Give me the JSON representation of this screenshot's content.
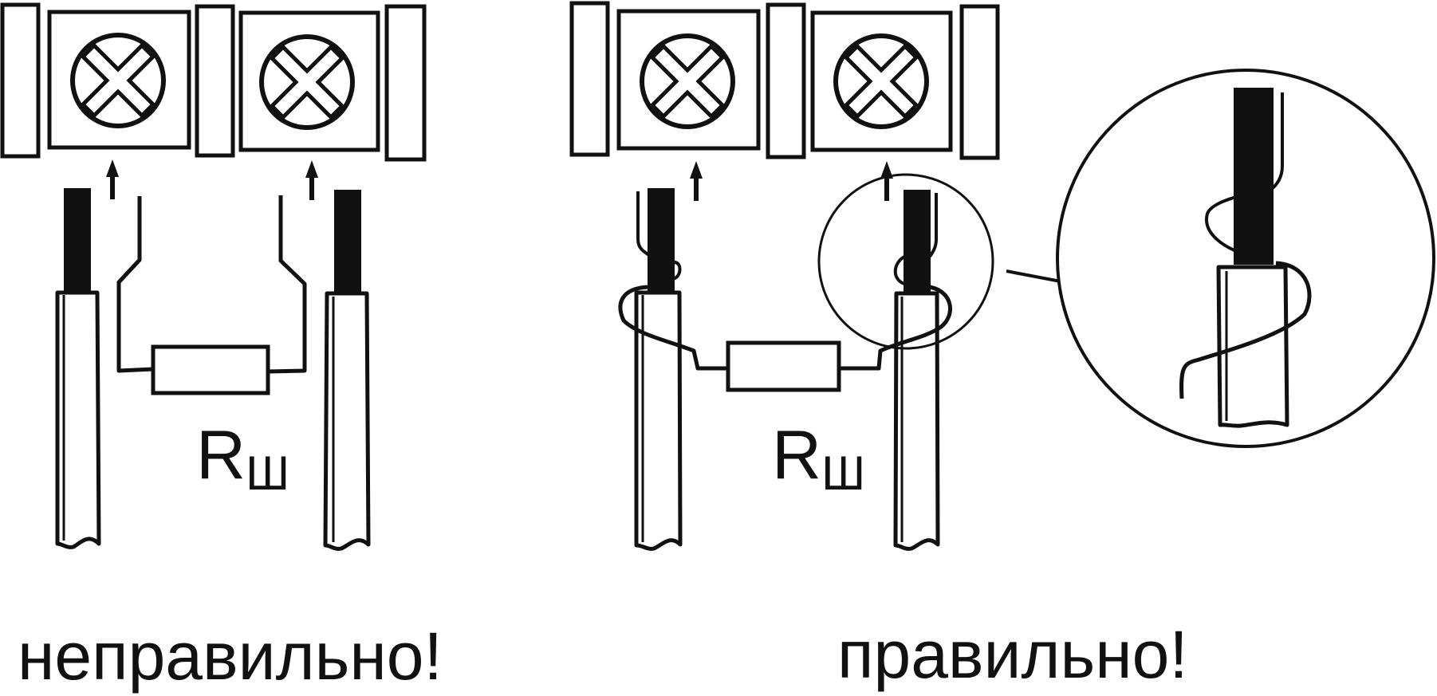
{
  "wrong": {
    "caption": "неправильно!",
    "resistor_main": "R",
    "resistor_sub": "Ш"
  },
  "right": {
    "caption": "правильно!",
    "resistor_main": "R",
    "resistor_sub": "Ш"
  },
  "colors": {
    "ink": "#111111",
    "background": "#ffffff"
  }
}
